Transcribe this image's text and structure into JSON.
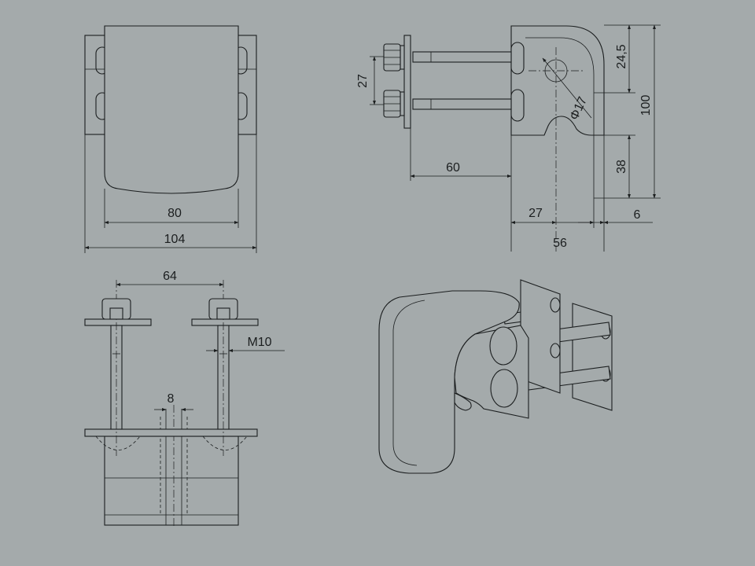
{
  "drawing": {
    "background_color": "#a4aaab",
    "line_color": "#1b1e1f",
    "front_view": {
      "width_inner": "80",
      "width_outer": "104"
    },
    "side_view": {
      "bolt_spacing": "27",
      "bolt_length": "60",
      "hole_offset": "27",
      "depth": "56",
      "plate_thickness": "6",
      "hole_diameter": "Φ17",
      "top_offset": "24,5",
      "height": "100",
      "lower_offset": "38"
    },
    "top_view": {
      "bolt_spacing": "64",
      "thread_size": "M10",
      "slot_width": "8"
    }
  }
}
